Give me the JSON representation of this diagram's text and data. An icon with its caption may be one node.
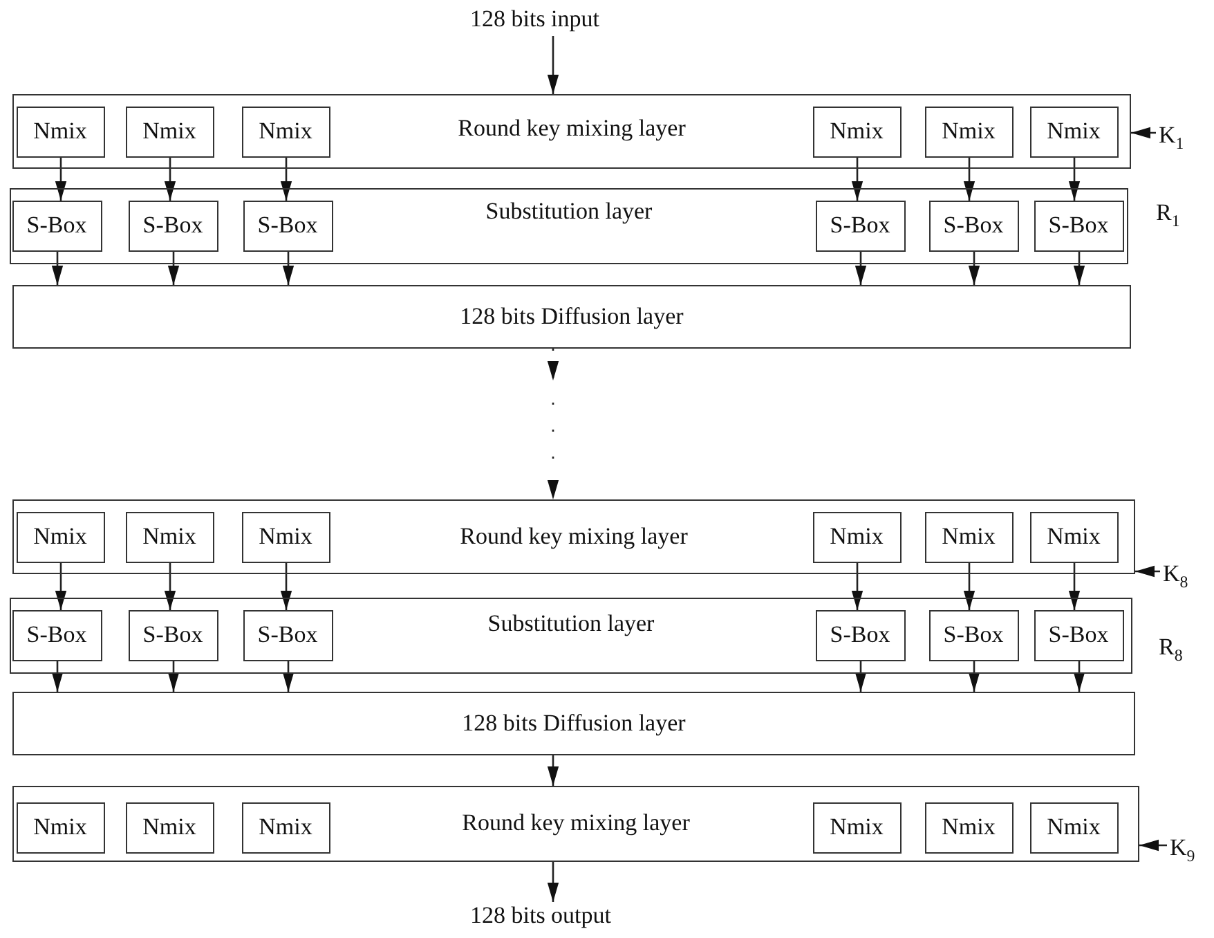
{
  "diagram": {
    "nodes": [
      {
        "text": [
          "128 bits input"
        ]
      },
      {
        "text": [
          "Round key mixing layer"
        ]
      },
      {
        "text": [
          "Nmix"
        ],
        "in": 1
      },
      {
        "text": [
          "Nmix"
        ],
        "in": 1
      },
      {
        "text": [
          "Nmix"
        ],
        "in": 1
      },
      {
        "text": [
          "Nmix"
        ],
        "in": 1
      },
      {
        "text": [
          "Nmix"
        ],
        "in": 1
      },
      {
        "text": [
          "Nmix"
        ],
        "in": 1
      },
      {
        "text": [
          "Substitution layer"
        ]
      },
      {
        "text": [
          "S-Box"
        ],
        "in": 8
      },
      {
        "text": [
          "S-Box"
        ],
        "in": 8
      },
      {
        "text": [
          "S-Box"
        ],
        "in": 8
      },
      {
        "text": [
          "S-Box"
        ],
        "in": 8
      },
      {
        "text": [
          "S-Box"
        ],
        "in": 8
      },
      {
        "text": [
          "S-Box"
        ],
        "in": 8
      },
      {
        "text": [
          "128 bits Diffusion layer"
        ]
      },
      {
        "text": [
          "Round key mixing layer"
        ]
      },
      {
        "text": [
          "Nmix"
        ],
        "in": 16
      },
      {
        "text": [
          "Nmix"
        ],
        "in": 16
      },
      {
        "text": [
          "Nmix"
        ],
        "in": 16
      },
      {
        "text": [
          "Nmix"
        ],
        "in": 16
      },
      {
        "text": [
          "Nmix"
        ],
        "in": 16
      },
      {
        "text": [
          "Nmix"
        ],
        "in": 16
      },
      {
        "text": [
          "Substitution layer"
        ]
      },
      {
        "text": [
          "S-Box"
        ],
        "in": 23
      },
      {
        "text": [
          "S-Box"
        ],
        "in": 23
      },
      {
        "text": [
          "S-Box"
        ],
        "in": 23
      },
      {
        "text": [
          "S-Box"
        ],
        "in": 23
      },
      {
        "text": [
          "S-Box"
        ],
        "in": 23
      },
      {
        "text": [
          "S-Box"
        ],
        "in": 23
      },
      {
        "text": [
          "128 bits Diffusion layer"
        ]
      },
      {
        "text": [
          "Round key mixing layer"
        ]
      },
      {
        "text": [
          "Nmix"
        ],
        "in": 31
      },
      {
        "text": [
          "Nmix"
        ],
        "in": 31
      },
      {
        "text": [
          "Nmix"
        ],
        "in": 31
      },
      {
        "text": [
          "Nmix"
        ],
        "in": 31
      },
      {
        "text": [
          "Nmix"
        ],
        "in": 31
      },
      {
        "text": [
          "Nmix"
        ],
        "in": 31
      },
      {
        "text": [
          "128 bits output"
        ]
      },
      {
        "text": [
          "K$_{1}$"
        ]
      },
      {
        "text": [
          "K$_{8}$"
        ]
      },
      {
        "text": [
          "K$_{9}$"
        ]
      }
    ],
    "edges": [
      {
        "from": 0,
        "to": 1,
        "arrow": "to"
      },
      {
        "from": 2,
        "to": 9,
        "arrow": "to"
      },
      {
        "from": 3,
        "to": 10,
        "arrow": "to"
      },
      {
        "from": 4,
        "to": 11,
        "arrow": "to"
      },
      {
        "from": 5,
        "to": 12,
        "arrow": "to"
      },
      {
        "from": 6,
        "to": 13,
        "arrow": "to"
      },
      {
        "from": 7,
        "to": 14,
        "arrow": "to"
      },
      {
        "from": 9,
        "to": 15,
        "arrow": "to"
      },
      {
        "from": 10,
        "to": 15,
        "arrow": "to"
      },
      {
        "from": 11,
        "to": 15,
        "arrow": "to"
      },
      {
        "from": 12,
        "to": 15,
        "arrow": "to"
      },
      {
        "from": 13,
        "to": 15,
        "arrow": "to"
      },
      {
        "from": 14,
        "to": 15,
        "arrow": "to"
      },
      {
        "from": 15,
        "to": 16,
        "arrow": "to",
        "style": "dashed"
      },
      {
        "from": 17,
        "to": 24,
        "arrow": "to"
      },
      {
        "from": 18,
        "to": 25,
        "arrow": "to"
      },
      {
        "from": 19,
        "to": 26,
        "arrow": "to"
      },
      {
        "from": 20,
        "to": 27,
        "arrow": "to"
      },
      {
        "from": 21,
        "to": 28,
        "arrow": "to"
      },
      {
        "from": 22,
        "to": 29,
        "arrow": "to"
      },
      {
        "from": 24,
        "to": 30,
        "arrow": "to"
      },
      {
        "from": 25,
        "to": 30,
        "arrow": "to"
      },
      {
        "from": 26,
        "to": 30,
        "arrow": "to"
      },
      {
        "from": 27,
        "to": 30,
        "arrow": "to"
      },
      {
        "from": 28,
        "to": 30,
        "arrow": "to"
      },
      {
        "from": 29,
        "to": 30,
        "arrow": "to"
      },
      {
        "from": 30,
        "to": 31,
        "arrow": "to"
      },
      {
        "from": 31,
        "to": 38,
        "arrow": "to"
      },
      {
        "from": 39,
        "to": 1,
        "arrow": "to"
      },
      {
        "from": 40,
        "to": 16,
        "arrow": "to"
      },
      {
        "from": 41,
        "to": 31,
        "arrow": "to"
      }
    ],
    "labels": [
      "R$_{1}$",
      "R$_{8}$"
    ]
  }
}
